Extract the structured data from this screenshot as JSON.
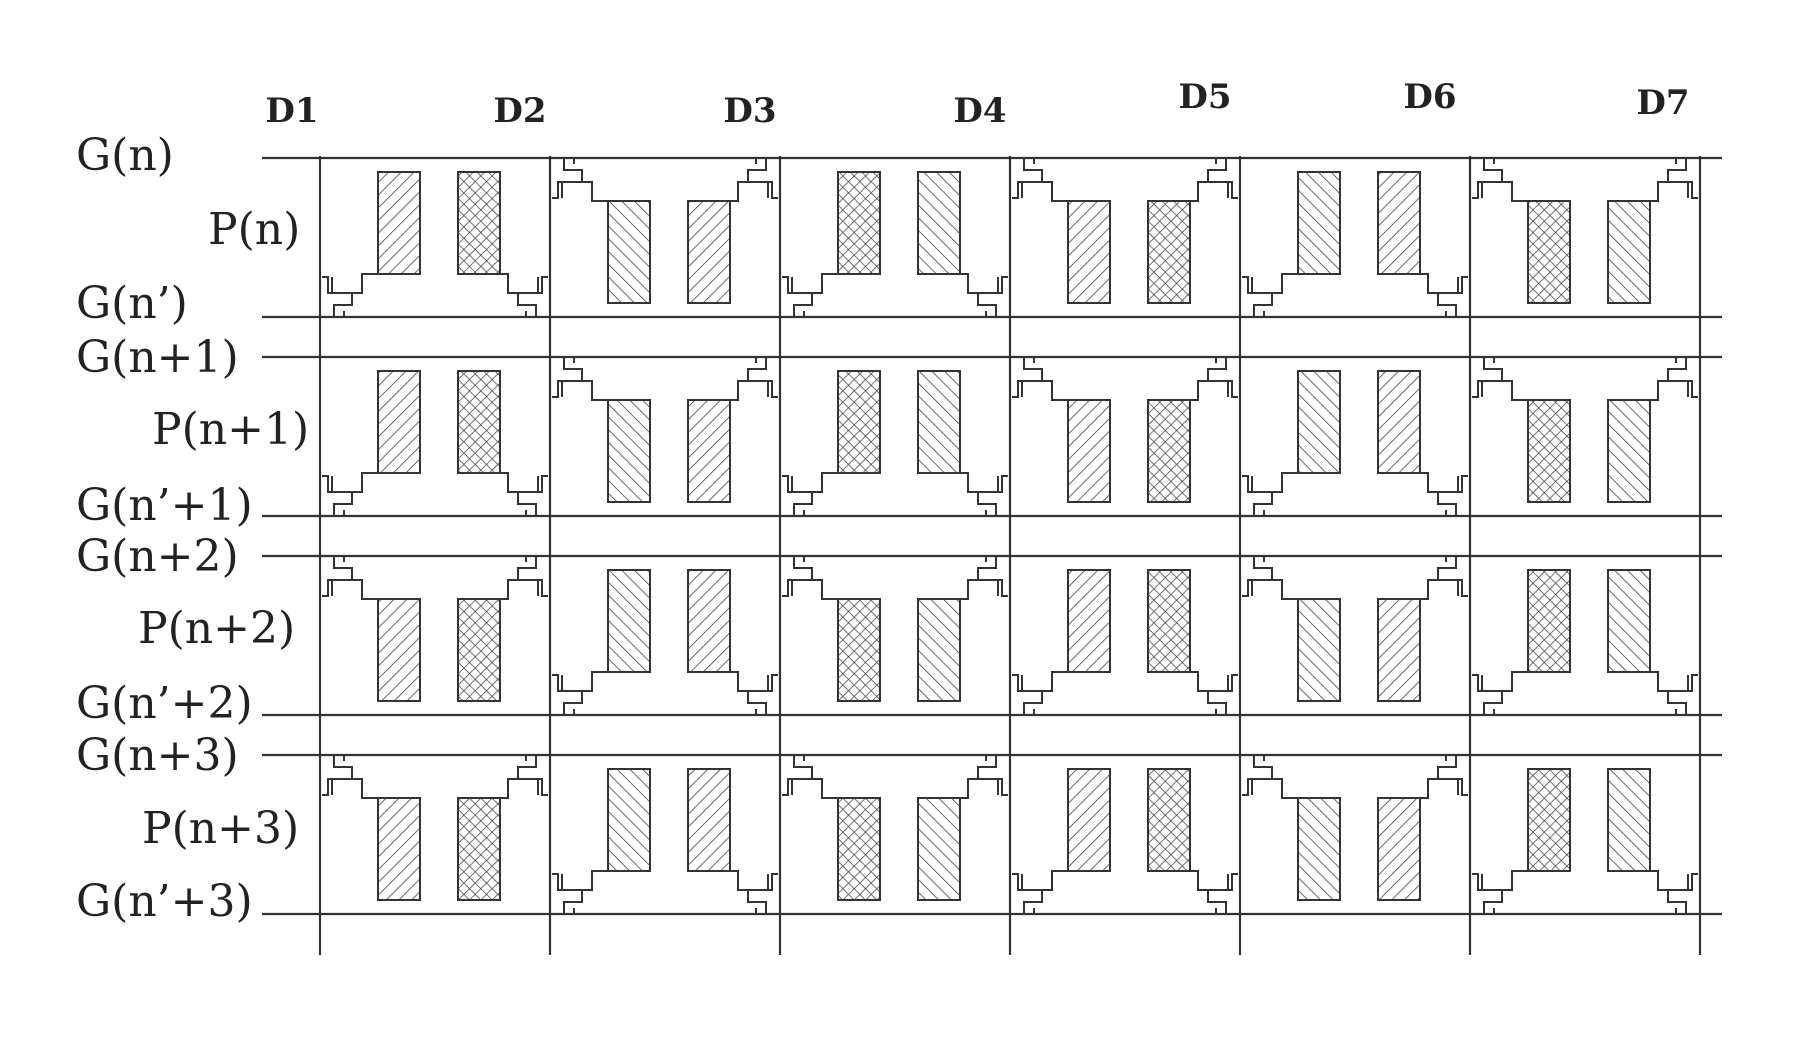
{
  "diagram": {
    "data_lines": [
      "D1",
      "D2",
      "D3",
      "D4",
      "D5",
      "D6",
      "D7"
    ],
    "rows": [
      {
        "gate_top": "G(n)",
        "pixel": "P(n)",
        "gate_bottom": "G(n’)",
        "cells": [
          {
            "tft": "bottom",
            "subpixels": [
              "fwd",
              "cross"
            ]
          },
          {
            "tft": "top",
            "subpixels": [
              "back",
              "fwd"
            ]
          },
          {
            "tft": "bottom",
            "subpixels": [
              "cross",
              "back"
            ]
          },
          {
            "tft": "top",
            "subpixels": [
              "fwd",
              "cross"
            ]
          },
          {
            "tft": "bottom",
            "subpixels": [
              "back",
              "fwd"
            ]
          },
          {
            "tft": "top",
            "subpixels": [
              "cross",
              "back"
            ]
          }
        ]
      },
      {
        "gate_top": "G(n+1)",
        "pixel": "P(n+1)",
        "gate_bottom": "G(n’+1)",
        "cells": [
          {
            "tft": "bottom",
            "subpixels": [
              "fwd",
              "cross"
            ]
          },
          {
            "tft": "top",
            "subpixels": [
              "back",
              "fwd"
            ]
          },
          {
            "tft": "bottom",
            "subpixels": [
              "cross",
              "back"
            ]
          },
          {
            "tft": "top",
            "subpixels": [
              "fwd",
              "cross"
            ]
          },
          {
            "tft": "bottom",
            "subpixels": [
              "back",
              "fwd"
            ]
          },
          {
            "tft": "top",
            "subpixels": [
              "cross",
              "back"
            ]
          }
        ]
      },
      {
        "gate_top": "G(n+2)",
        "pixel": "P(n+2)",
        "gate_bottom": "G(n’+2)",
        "cells": [
          {
            "tft": "top",
            "subpixels": [
              "fwd",
              "cross"
            ]
          },
          {
            "tft": "bottom",
            "subpixels": [
              "back",
              "fwd"
            ]
          },
          {
            "tft": "top",
            "subpixels": [
              "cross",
              "back"
            ]
          },
          {
            "tft": "bottom",
            "subpixels": [
              "fwd",
              "cross"
            ]
          },
          {
            "tft": "top",
            "subpixels": [
              "back",
              "fwd"
            ]
          },
          {
            "tft": "bottom",
            "subpixels": [
              "cross",
              "back"
            ]
          }
        ]
      },
      {
        "gate_top": "G(n+3)",
        "pixel": "P(n+3)",
        "gate_bottom": "G(n’+3)",
        "cells": [
          {
            "tft": "top",
            "subpixels": [
              "fwd",
              "cross"
            ]
          },
          {
            "tft": "bottom",
            "subpixels": [
              "back",
              "fwd"
            ]
          },
          {
            "tft": "top",
            "subpixels": [
              "cross",
              "back"
            ]
          },
          {
            "tft": "bottom",
            "subpixels": [
              "fwd",
              "cross"
            ]
          },
          {
            "tft": "top",
            "subpixels": [
              "back",
              "fwd"
            ]
          },
          {
            "tft": "bottom",
            "subpixels": [
              "cross",
              "back"
            ]
          }
        ]
      }
    ]
  }
}
